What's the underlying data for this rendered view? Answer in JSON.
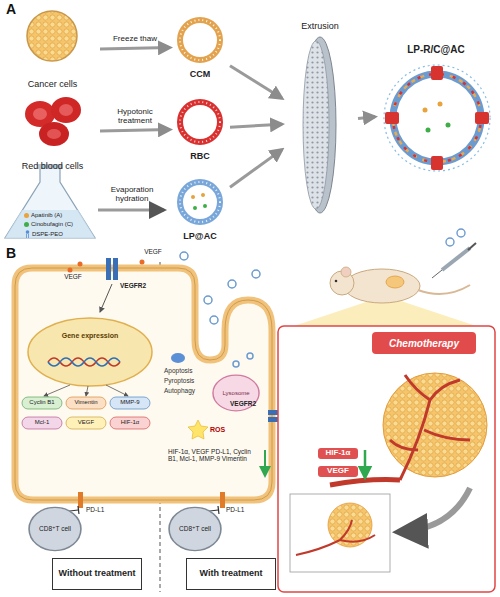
{
  "diagram": {
    "nodes": [
      {
        "text": [
          "Cancer cells"
        ]
      },
      {
        "text": [
          "Red blood cells"
        ]
      },
      {
        "text": [
          "CCM"
        ]
      },
      {
        "text": [
          "RBC"
        ]
      },
      {
        "text": [
          "LP@AC"
        ]
      },
      {
        "text": [
          "Extrusion"
        ]
      },
      {
        "text": [
          "LP-R/C@AC"
        ]
      },
      {
        "text": [
          "Lysosome"
        ]
      },
      {
        "text": [
          "CD8⁺T cell"
        ]
      },
      {
        "text": [
          "CD8⁺T cell"
        ]
      },
      {
        "text": [
          "Without treatment"
        ]
      },
      {
        "text": [
          "With treatment"
        ]
      },
      {
        "text": [
          "Chemotherapy"
        ]
      }
    ],
    "edges": [
      {
        "from": 0,
        "to": 2,
        "label": "Freeze thaw",
        "arrow": "to"
      },
      {
        "from": 1,
        "to": 3,
        "label": "Hypotonic treatment",
        "arrow": "to"
      },
      {
        "from": 2,
        "to": 5,
        "arrow": "to"
      },
      {
        "from": 3,
        "to": 5,
        "arrow": "to"
      },
      {
        "from": 4,
        "to": 5,
        "arrow": "to"
      },
      {
        "from": 5,
        "to": 6,
        "arrow": "to"
      }
    ],
    "labels": [
      "A",
      "Evaporation hydration",
      "B",
      "VEGF",
      "VEGF",
      "VEGFR2",
      "VEGFR2",
      "Gene expression",
      "Cyclin B1",
      "Vimentin",
      "MMP-9",
      "Mcl-1",
      "VEGF",
      "HIF-1α",
      "Apoptosis",
      "Pyroptosis",
      "Autophagy",
      "ROS",
      "HIF-1α, VEGF PD-L1, Cyclin B1, Mcl-1, MMP-9 Vimentin",
      "PD-L1",
      "PD-L1",
      "HIF-1α",
      "VEGF"
    ],
    "legend": [
      {
        "text": "Apatinib (A)",
        "color": "#e8a33c"
      },
      {
        "text": "Cinobufagin (C)",
        "color": "#3fae49"
      },
      {
        "text": "DSPE-PEO"
      }
    ]
  }
}
